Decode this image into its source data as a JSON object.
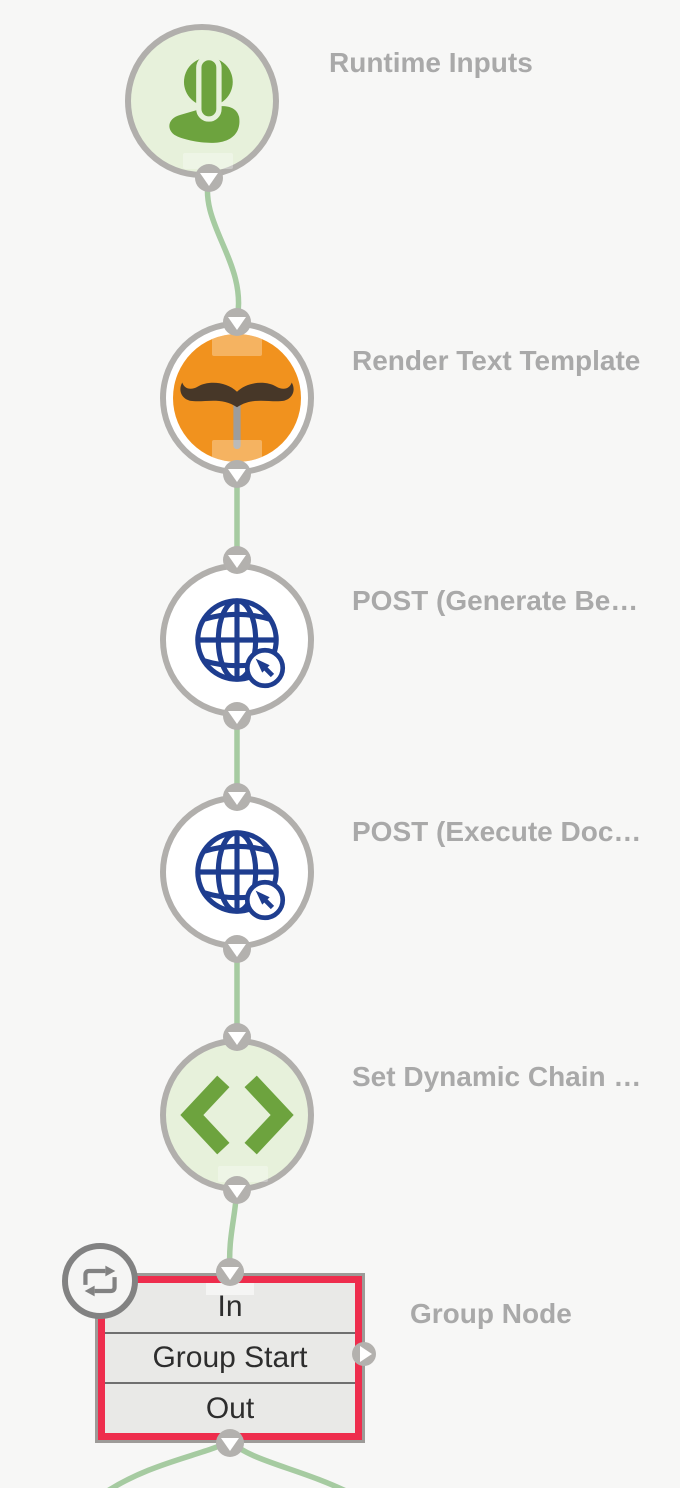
{
  "app": "workflow-canvas",
  "colors": {
    "background": "#f7f7f6",
    "edge_green": "#a6cba1",
    "node_border_gray": "#b1afac",
    "node_fill_green": "#e7f1db",
    "node_fill_white": "#ffffff",
    "icon_green": "#6da33e",
    "icon_navy": "#1e3d8f",
    "icon_orange": "#f1921e",
    "mustache_brown": "#473728",
    "group_border_red": "#ee2d4d",
    "group_fill_gray": "#e9e9e7",
    "label_gray": "#a9a9a9"
  },
  "nodes": [
    {
      "label": "Runtime Inputs",
      "icon": "touch-icon",
      "shape": "circle",
      "fill": "#e7f1db"
    },
    {
      "label": "Render Text Template",
      "icon": "mustache-icon",
      "shape": "circle",
      "fill": "#f1921e"
    },
    {
      "label": "POST (Generate Be…",
      "icon": "globe-cursor-icon",
      "shape": "circle",
      "fill": "#ffffff"
    },
    {
      "label": "POST (Execute Doc…",
      "icon": "globe-cursor-icon",
      "shape": "circle",
      "fill": "#ffffff"
    },
    {
      "label": "Set Dynamic Chain …",
      "icon": "code-brackets-icon",
      "shape": "circle",
      "fill": "#e7f1db"
    }
  ],
  "group_node": {
    "label": "Group Node",
    "rows": [
      "In",
      "Group Start",
      "Out"
    ],
    "badge_icon": "loop-icon"
  }
}
